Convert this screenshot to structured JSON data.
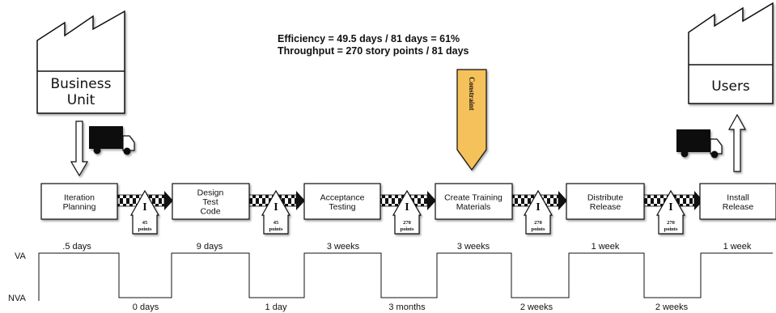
{
  "metrics": {
    "efficiency": "Efficiency = 49.5 days /  81 days = 61%",
    "throughput": "Throughput = 270 story points / 81 days"
  },
  "source": {
    "label_line1": "Business",
    "label_line2": "Unit"
  },
  "sink": {
    "label": "Users"
  },
  "constraint": {
    "label": "Constraint",
    "color": "#f5c15a"
  },
  "processes": [
    {
      "lines": [
        "Iteration",
        "Planning"
      ]
    },
    {
      "lines": [
        "Design",
        "Test",
        "Code"
      ]
    },
    {
      "lines": [
        "Acceptance",
        "Testing"
      ]
    },
    {
      "lines": [
        "Create Training",
        "Materials"
      ]
    },
    {
      "lines": [
        "Distribute",
        "Release"
      ]
    },
    {
      "lines": [
        "Install",
        "Release"
      ]
    }
  ],
  "inventories": [
    {
      "symbol": "I",
      "count": "45",
      "unit": "points"
    },
    {
      "symbol": "I",
      "count": "45",
      "unit": "points"
    },
    {
      "symbol": "I",
      "count": "270",
      "unit": "points"
    },
    {
      "symbol": "I",
      "count": "270",
      "unit": "points"
    },
    {
      "symbol": "I",
      "count": "270",
      "unit": "points"
    }
  ],
  "timeline": {
    "va_label": "VA",
    "nva_label": "NVA",
    "va_times": [
      ".5 days",
      "9 days",
      "3 weeks",
      "3 weeks",
      "1 week",
      "1 week"
    ],
    "nva_times": [
      "0 days",
      "1 day",
      "3 months",
      "2 weeks",
      "2 weeks"
    ]
  }
}
